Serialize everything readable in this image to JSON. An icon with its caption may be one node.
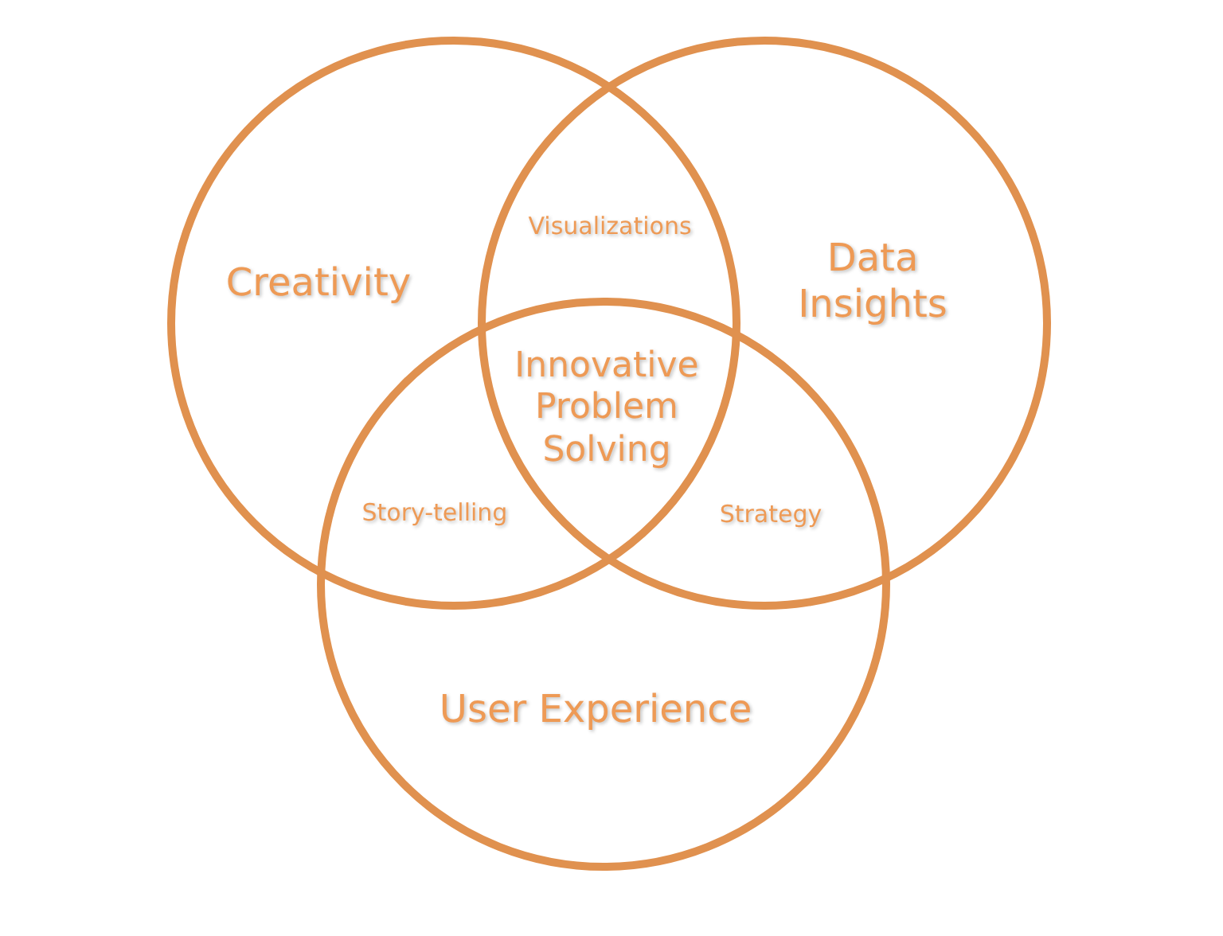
{
  "diagram": {
    "nodes": [
      {
        "text": [
          "Creativity"
        ]
      },
      {
        "text": [
          "Data Insights"
        ]
      },
      {
        "text": [
          "User Experience"
        ]
      }
    ],
    "labels": [
      "Visualizations",
      "Innovative Problem Solving",
      "Story-telling",
      "Strategy"
    ]
  }
}
